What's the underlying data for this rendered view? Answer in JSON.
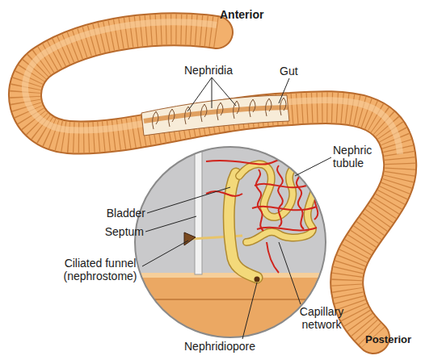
{
  "diagram": {
    "labels": [
      "Anterior",
      "Nephridia",
      "Gut",
      "Nephric tubule",
      "Bladder",
      "Septum",
      "Ciliated funnel (nephrostome)",
      "Capillary network",
      "Nephridiopore",
      "Posterior"
    ]
  }
}
